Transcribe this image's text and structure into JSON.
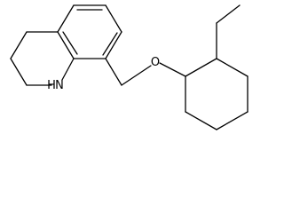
{
  "molecule": {
    "atoms": {
      "nitrogen_label": "NH",
      "nitrogen_h_label": "H",
      "nitrogen_n_label": "N",
      "oxygen_label": "O"
    },
    "colors": {
      "bond": "#000000",
      "background": "#ffffff",
      "text": "#000000"
    }
  }
}
